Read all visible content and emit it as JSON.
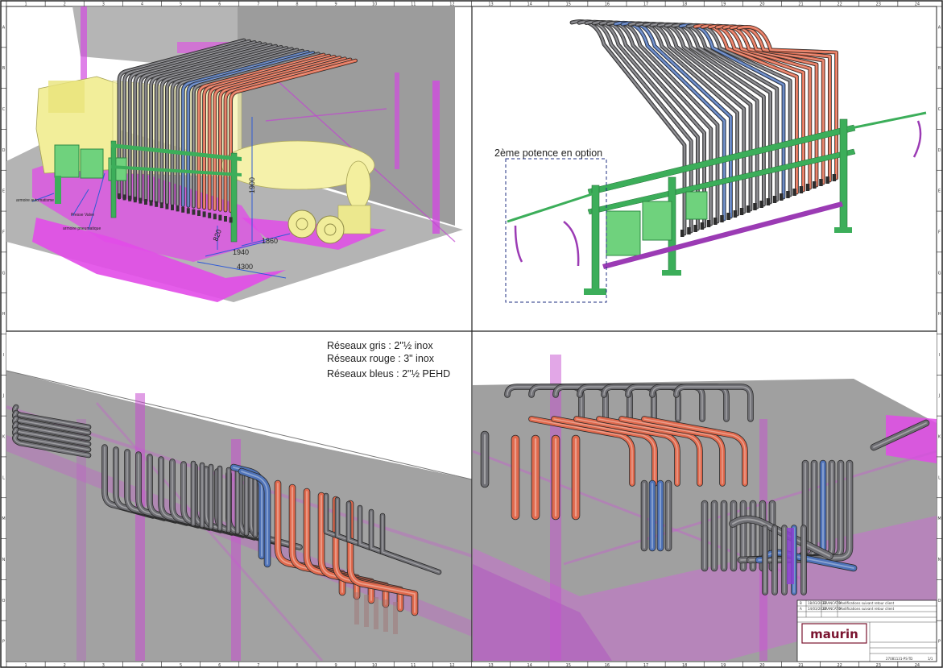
{
  "annotations": {
    "option_label": "2ème potence en option",
    "network_grey": "Réseaux gris : 2\"½ inox",
    "network_red": "Réseaux rouge : 3\" inox",
    "network_blue": "Réseaux bleus : 2\"½ PEHD"
  },
  "callouts": {
    "armoire_auto": "armoire automatisme",
    "presse_valve": "Presse Valve",
    "armoire_pneu": "armoire pneumatique"
  },
  "dimensions": {
    "d1900": "1900",
    "d820": "820",
    "d1860": "1860",
    "d1940": "1940",
    "d4300": "4300"
  },
  "grid": {
    "cols": [
      "1",
      "2",
      "3",
      "4",
      "5",
      "6",
      "7",
      "8",
      "9",
      "10",
      "11",
      "12",
      "13",
      "14",
      "15",
      "16",
      "17",
      "18",
      "19",
      "20",
      "21",
      "22",
      "23",
      "24"
    ],
    "rows": [
      "A",
      "B",
      "C",
      "D",
      "E",
      "F",
      "G",
      "H",
      "I",
      "J",
      "K",
      "L",
      "M",
      "N",
      "O",
      "P"
    ]
  },
  "title_block": {
    "logo": "maurin",
    "rev_rows": [
      {
        "date": "18/03/2022",
        "by": "BRANCATO",
        "rev": "B",
        "desc": "Modifications suivant retour client"
      },
      {
        "date": "14/03/2022",
        "by": "BRANCATO",
        "rev": "A",
        "desc": "Modifications suivant retour client"
      }
    ],
    "drawing_number": "27081131-PS-TD",
    "sheet": "1/1"
  },
  "colors": {
    "pipe_grey": "#6f6f74",
    "pipe_red": "#e06a4e",
    "pipe_blue": "#4f73b8",
    "structure_green": "#3cae5a",
    "magenta": "#d63be0",
    "wall_grey": "#9a9a9a",
    "truck_yellow": "#f2ee9a"
  }
}
